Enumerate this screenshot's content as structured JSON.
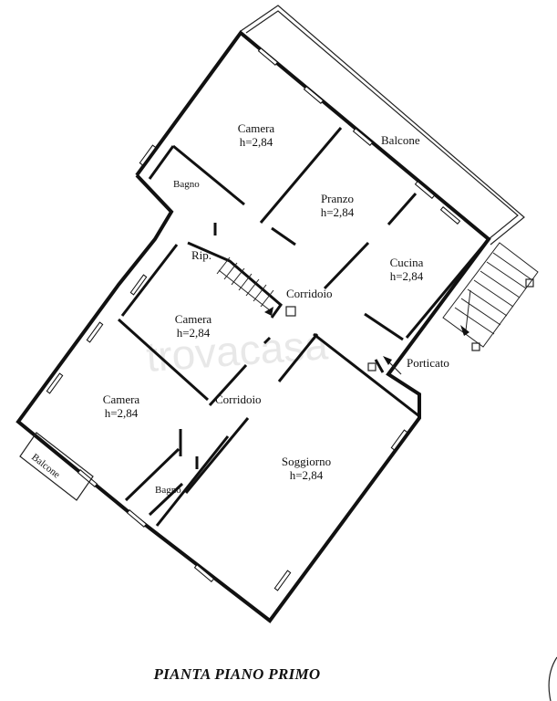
{
  "rooms": {
    "camera_top": {
      "name": "Camera",
      "height": "h=2,84"
    },
    "bagno_top": {
      "name": "Bagno"
    },
    "balcone_top": {
      "name": "Balcone"
    },
    "pranzo": {
      "name": "Pranzo",
      "height": "h=2,84"
    },
    "cucina": {
      "name": "Cucina",
      "height": "h=2,84"
    },
    "rip": {
      "name": "Rip."
    },
    "corridoio_top": {
      "name": "Corridoio"
    },
    "camera_mid": {
      "name": "Camera",
      "height": "h=2,84"
    },
    "porticato": {
      "name": "Porticato"
    },
    "camera_left": {
      "name": "Camera",
      "height": "h=2,84"
    },
    "corridoio_mid": {
      "name": "Corridoio"
    },
    "balcone_left": {
      "name": "Balcone"
    },
    "bagno_bottom": {
      "name": "Bagno"
    },
    "soggiorno": {
      "name": "Soggiorno",
      "height": "h=2,84"
    }
  },
  "watermark": "trovacasa",
  "title": "PIANTA PIANO PRIMO"
}
